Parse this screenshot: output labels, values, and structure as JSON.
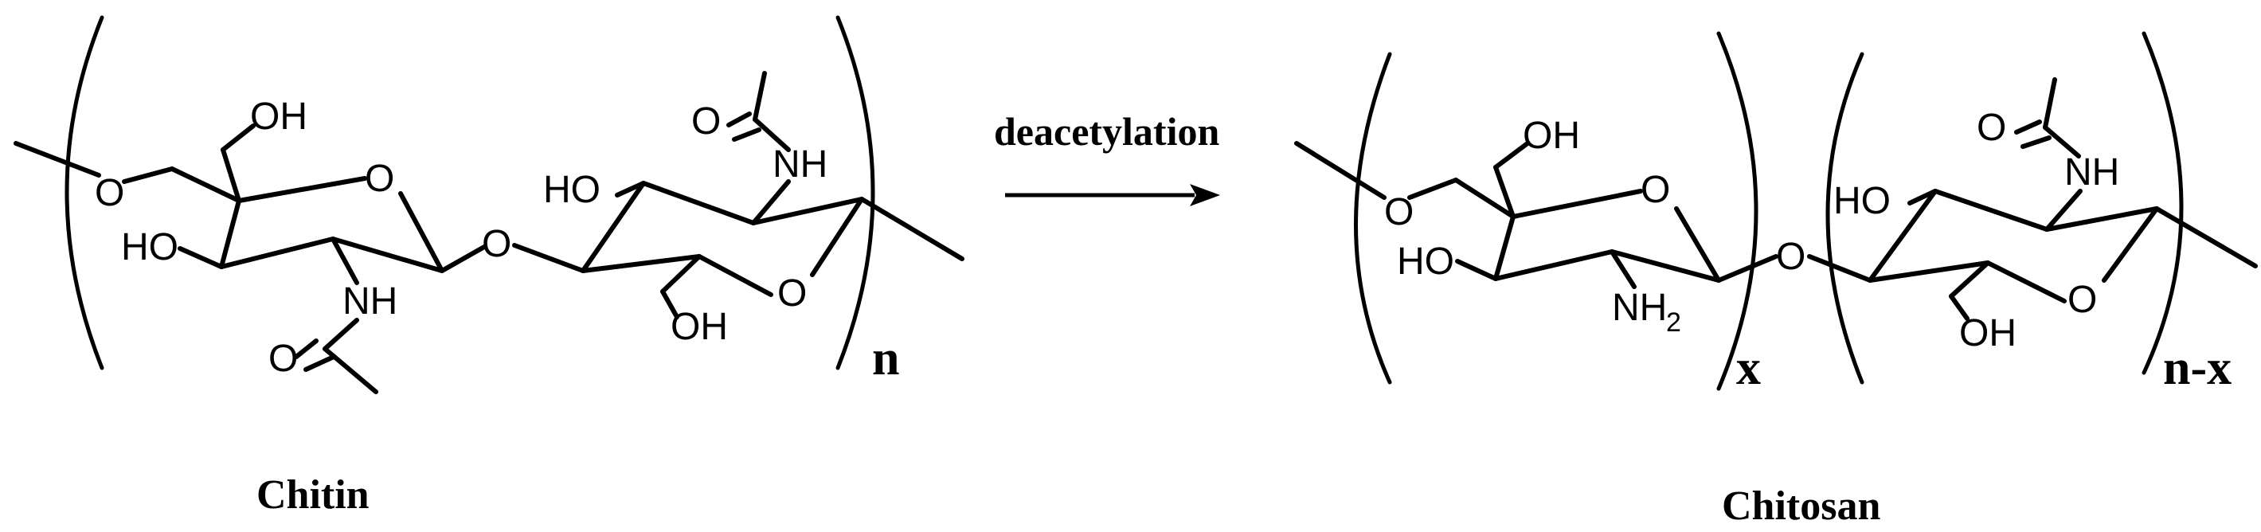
{
  "reaction": {
    "arrow_label": "deacetylation"
  },
  "chitin": {
    "name": "Chitin",
    "repeat_subscript": "n",
    "atoms": {
      "ring1_O": "O",
      "ring2_O": "O",
      "left_link_O": "O",
      "bridge_O": "O",
      "oh_top": "OH",
      "ho_ring1": "HO",
      "nh_ring1": "NH",
      "co_ring1": "O",
      "ho_ring2": "HO",
      "oh_ring2": "OH",
      "nh_ring2": "NH",
      "co_ring2": "O"
    }
  },
  "chitosan": {
    "name": "Chitosan",
    "subscript_x": "x",
    "subscript_nx": "n-x",
    "atoms": {
      "ring1_O": "O",
      "ring2_O": "O",
      "left_link_O": "O",
      "bridge_O": "O",
      "oh_top": "OH",
      "ho_ring1": "HO",
      "nh2_base": "NH",
      "nh2_sub": "2",
      "ho_ring2": "HO",
      "oh_ring2": "OH",
      "nh_ring2": "NH",
      "co_ring2": "O"
    }
  }
}
